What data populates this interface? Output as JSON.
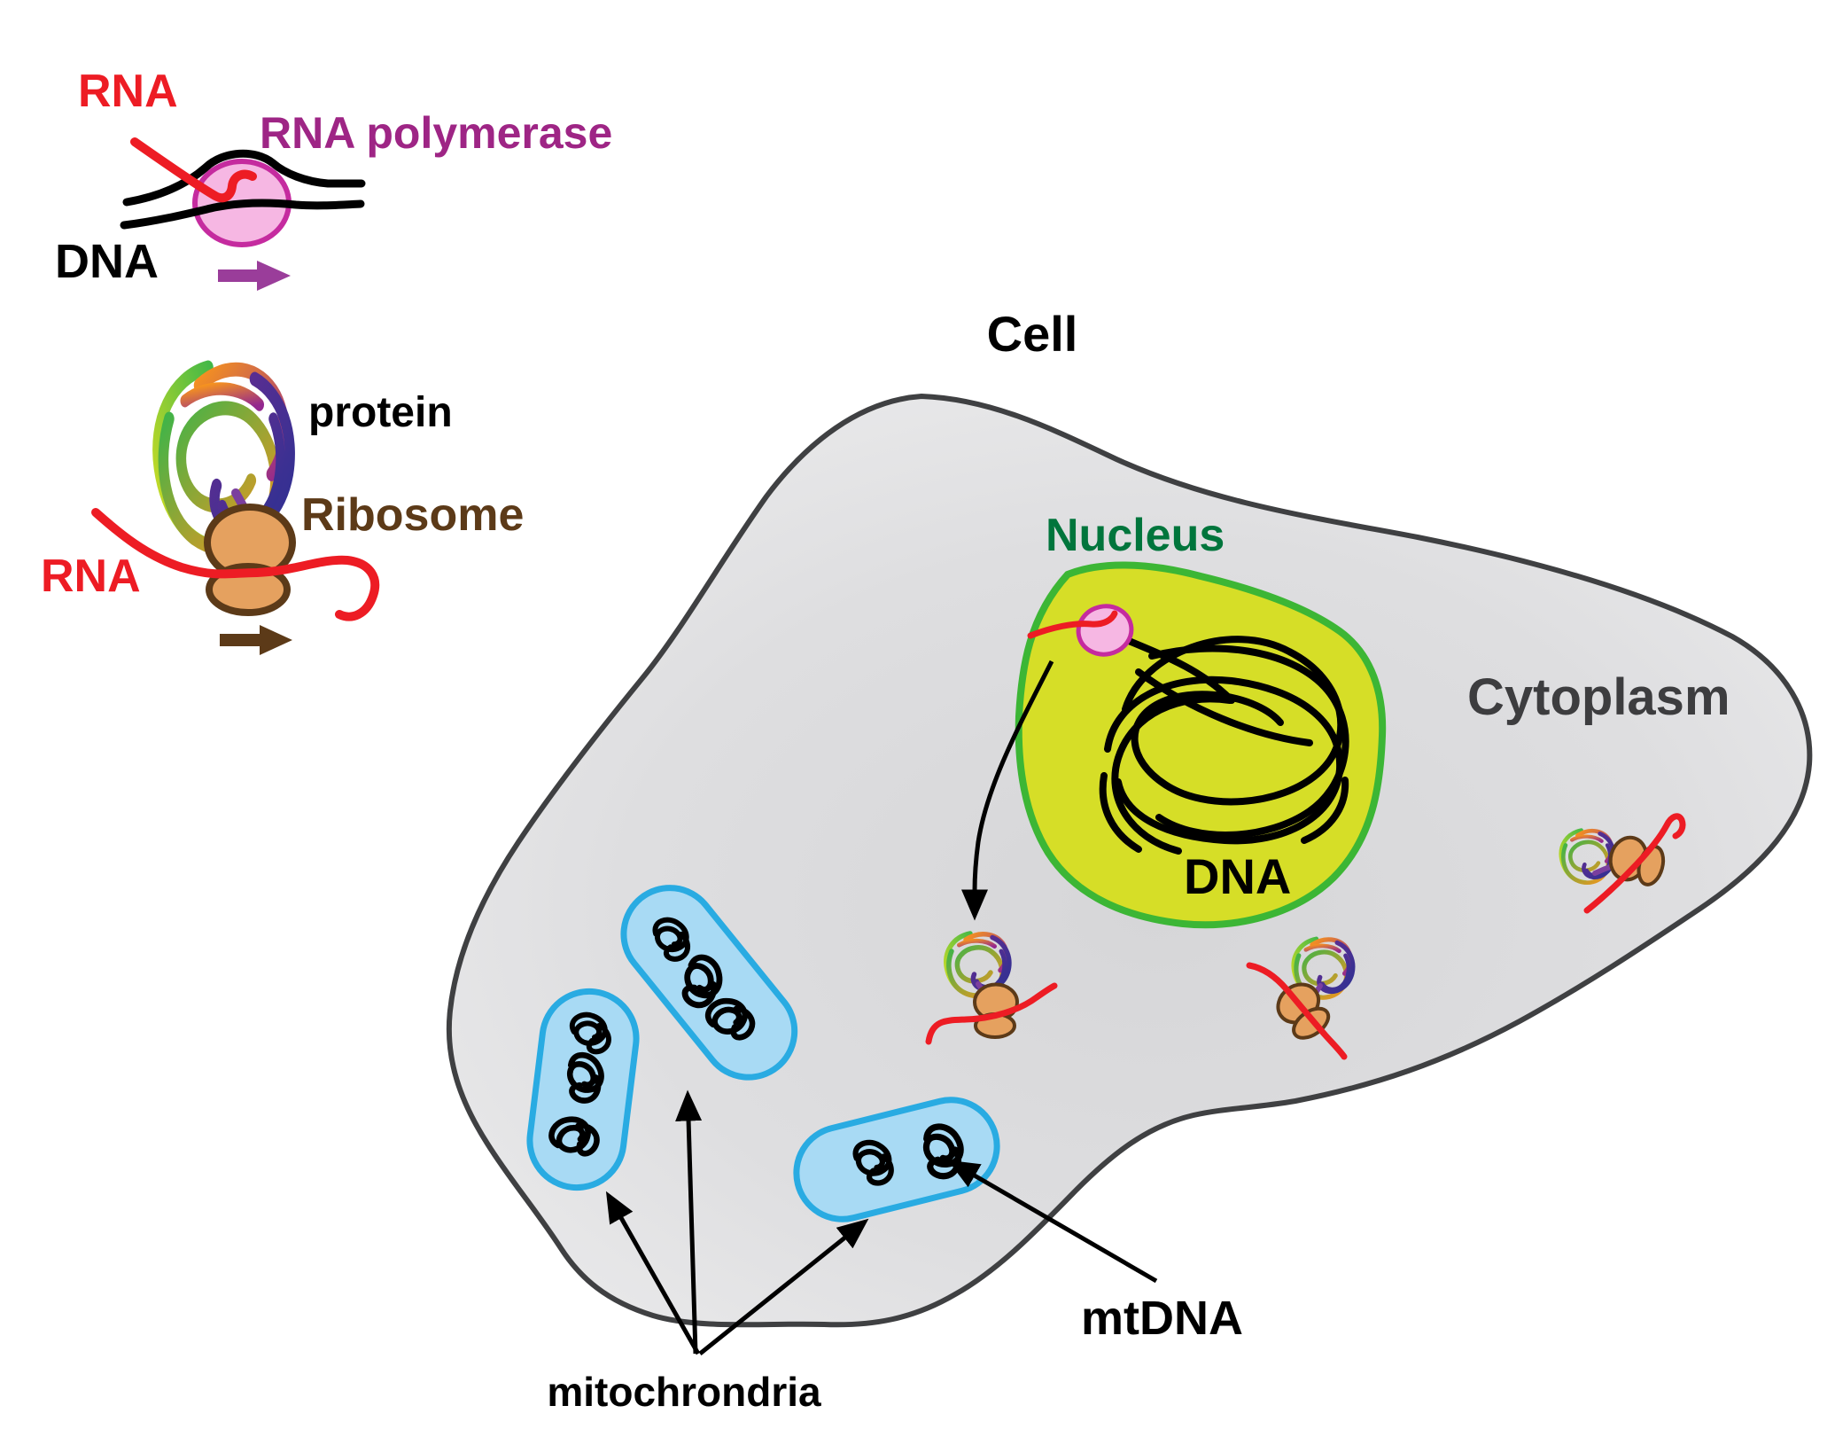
{
  "figure": {
    "type": "cell biology diagram",
    "description": "Transcription and translation in a eukaryotic cell with nuclear DNA and mitochondrial DNA"
  },
  "legend_transcription": {
    "rna_label": "RNA",
    "rna_polymerase_label": "RNA polymerase",
    "dna_label": "DNA"
  },
  "legend_translation": {
    "protein_label": "protein",
    "ribosome_label": "Ribosome",
    "rna_label": "RNA"
  },
  "cell": {
    "cell_label": "Cell",
    "nucleus_label": "Nucleus",
    "cytoplasm_label": "Cytoplasm",
    "dna_label": "DNA",
    "mtdna_label": "mtDNA",
    "mitochondria_label": "mitochrondria"
  },
  "colors": {
    "rna_red": "#ed1c24",
    "rna_polymerase_text": "#9e2585",
    "polymerase_fill": "#f6b7e3",
    "polymerase_stroke": "#c52b9f",
    "purple_arrow": "#9a3d9a",
    "ribosome_fill": "#e5a15f",
    "ribosome_stroke": "#5c3a18",
    "nucleus_fill": "#d6de27",
    "nucleus_stroke": "#3cb635",
    "nucleus_text": "#00753c",
    "mitochondria_fill": "#a8daf4",
    "mitochondria_stroke": "#29abe2",
    "cell_stroke": "#3f4042",
    "cytoplasm_text": "#3d3d3f",
    "black": "#000000"
  }
}
